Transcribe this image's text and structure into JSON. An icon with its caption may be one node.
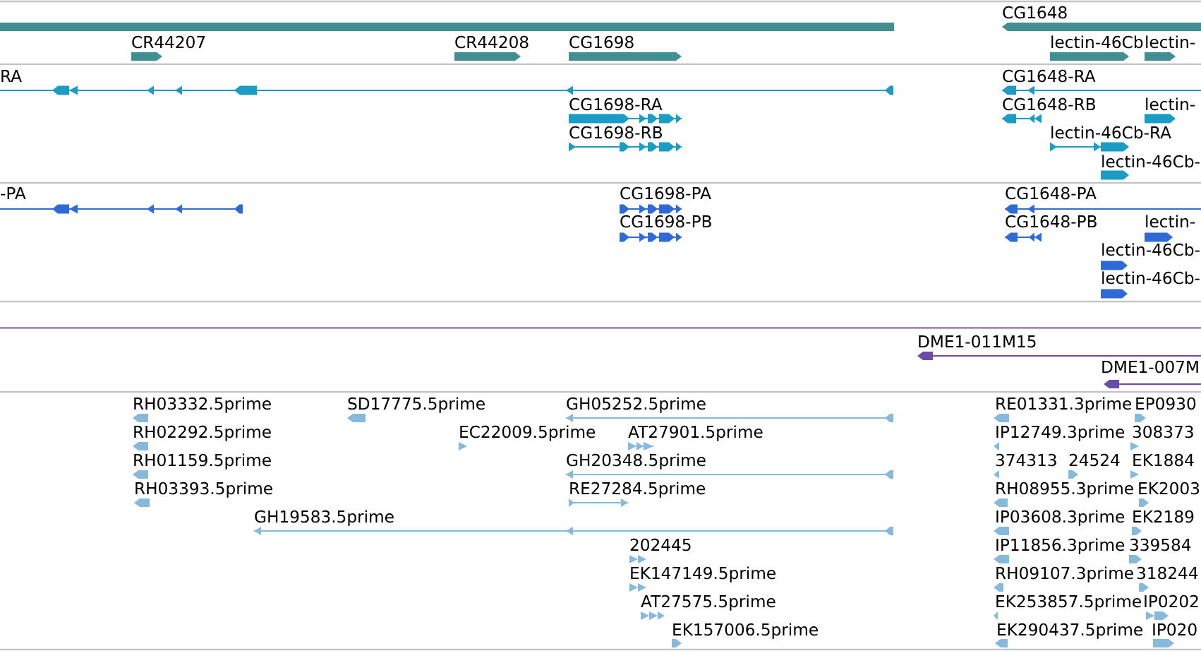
{
  "diagram": {
    "labels": [
      "CG1648",
      "CR44207",
      "CR44208",
      "CG1698",
      "lectin-46Cb",
      "lectin-",
      "RA",
      "CG1648-RA",
      "CG1698-RA",
      "CG1648-RB",
      "lectin-",
      "CG1698-RB",
      "lectin-46Cb-RA",
      "lectin-46Cb-",
      "-PA",
      "CG1698-PA",
      "CG1648-PA",
      "CG1698-PB",
      "CG1648-PB",
      "lectin-",
      "lectin-46Cb-",
      "lectin-46Cb-",
      "DME1-011M15",
      "DME1-007M",
      "RH03332.5prime",
      "SD17775.5prime",
      "GH05252.5prime",
      "RE01331.3prime",
      "EP0930",
      "RH02292.5prime",
      "EC22009.5prime",
      "AT27901.5prime",
      "IP12749.3prime",
      "308373",
      "RH01159.5prime",
      "GH20348.5prime",
      "374313",
      "24524",
      "EK1884",
      "RH03393.5prime",
      "RE27284.5prime",
      "RH08955.3prime",
      "EK2003",
      "GH19583.5prime",
      "IP03608.3prime",
      "EK2189",
      "202445",
      "IP11856.3prime",
      "339584",
      "EK147149.5prime",
      "RH09107.3prime",
      "318244",
      "AT27575.5prime",
      "EK253857.5prime",
      "IP0202",
      "EK157006.5prime",
      "EK290437.5prime",
      "IP020"
    ]
  }
}
